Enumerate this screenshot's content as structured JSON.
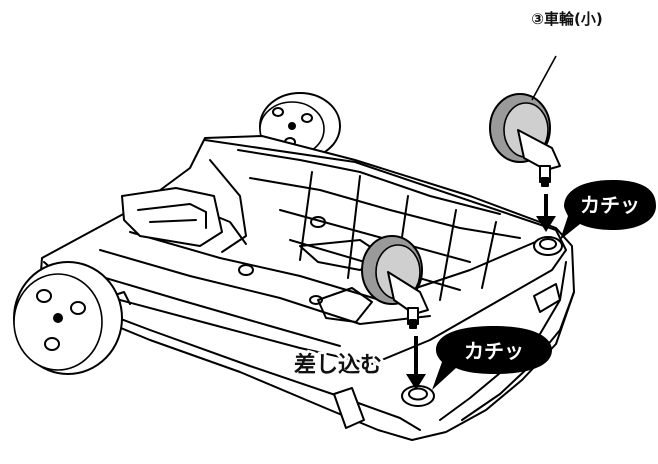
{
  "callout_part": "③車輪(小)",
  "bubble_click_1": "カチッ",
  "bubble_click_2": "カチッ",
  "action_insert": "差し込む"
}
